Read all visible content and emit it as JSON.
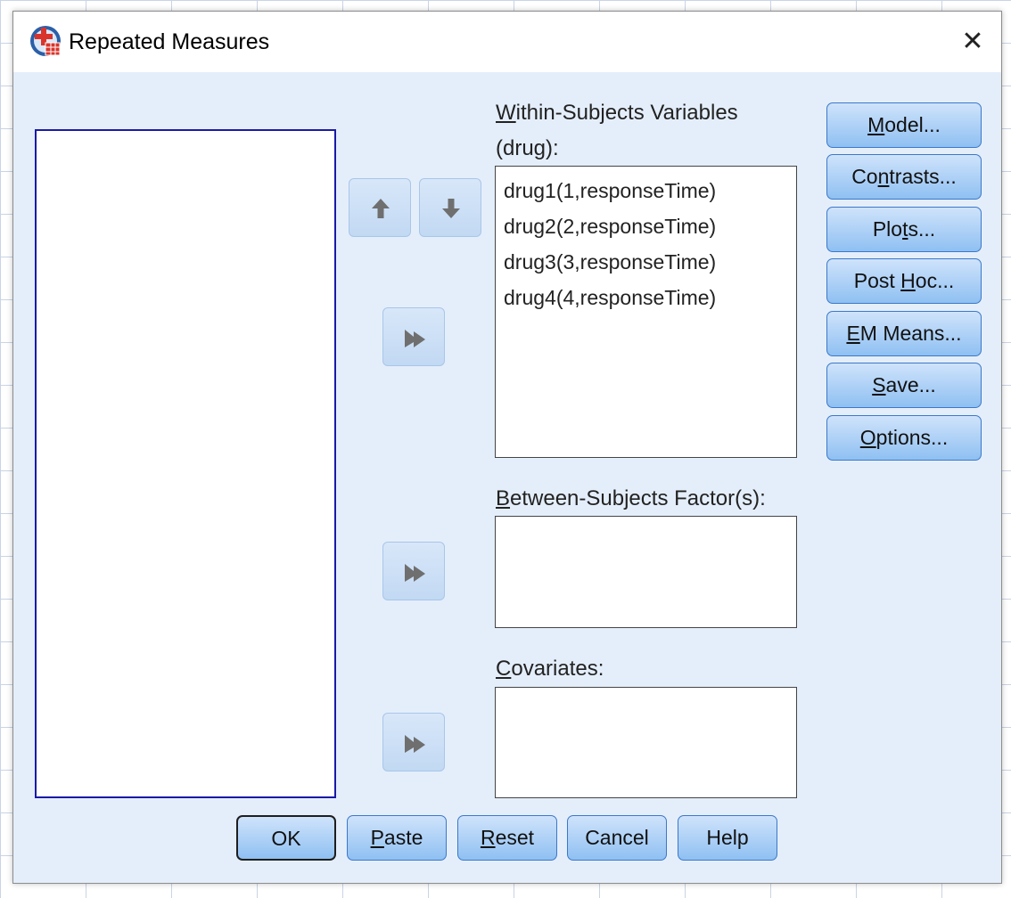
{
  "window": {
    "title": "Repeated Measures",
    "close_symbol": "✕"
  },
  "within": {
    "label_mnemonic": "W",
    "label_rest": "ithin-Subjects Variables",
    "factor": "(drug):",
    "items": [
      "drug1(1,responseTime)",
      "drug2(2,responseTime)",
      "drug3(3,responseTime)",
      "drug4(4,responseTime)"
    ]
  },
  "between": {
    "label_mnemonic": "B",
    "label_rest": "etween-Subjects Factor(s):"
  },
  "covariates": {
    "label_mnemonic": "C",
    "label_rest": "ovariates:"
  },
  "side_buttons": [
    {
      "pre": "",
      "mn": "M",
      "post": "odel..."
    },
    {
      "pre": "Co",
      "mn": "n",
      "post": "trasts..."
    },
    {
      "pre": "Plo",
      "mn": "t",
      "post": "s..."
    },
    {
      "pre": "Post ",
      "mn": "H",
      "post": "oc..."
    },
    {
      "pre": "",
      "mn": "E",
      "post": "M Means..."
    },
    {
      "pre": "",
      "mn": "S",
      "post": "ave..."
    },
    {
      "pre": "",
      "mn": "O",
      "post": "ptions..."
    }
  ],
  "bottom_buttons": [
    {
      "pre": "OK",
      "mn": "",
      "post": ""
    },
    {
      "pre": "",
      "mn": "P",
      "post": "aste"
    },
    {
      "pre": "",
      "mn": "R",
      "post": "eset"
    },
    {
      "pre": "Cancel",
      "mn": "",
      "post": ""
    },
    {
      "pre": "Help",
      "mn": "",
      "post": ""
    }
  ],
  "icons": {
    "app": "spss-app-icon",
    "up": "arrow-up-icon",
    "down": "arrow-down-icon",
    "move": "move-right-arrow-icon"
  }
}
